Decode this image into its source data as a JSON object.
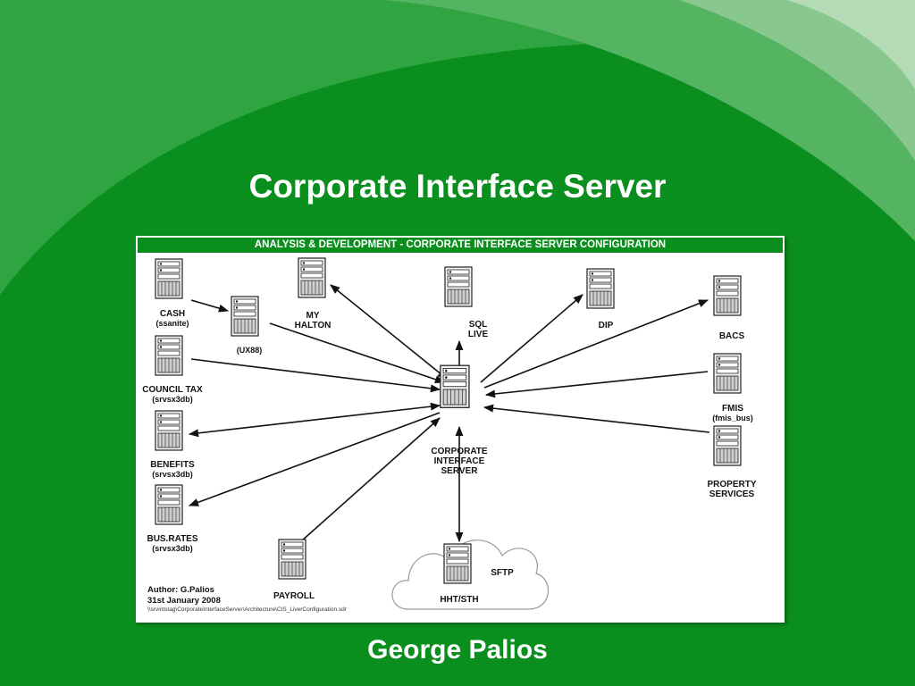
{
  "slide": {
    "title": "Corporate Interface Server",
    "author": "George Palios"
  },
  "diagram": {
    "header": "ANALYSIS & DEVELOPMENT - CORPORATE INTERFACE SERVER CONFIGURATION",
    "nodes": {
      "cash": {
        "label": "CASH",
        "sub": "(ssanite)"
      },
      "ux88": {
        "label": "(UX88)"
      },
      "my_halton": {
        "label": "MY",
        "label2": "HALTON"
      },
      "sql_live": {
        "label": "SQL",
        "label2": "LIVE"
      },
      "dip": {
        "label": "DIP"
      },
      "bacs": {
        "label": "BACS"
      },
      "council_tax": {
        "label": "COUNCIL TAX",
        "sub": "(srvsx3db)"
      },
      "fmis": {
        "label": "FMIS",
        "sub": "(fmis_bus)"
      },
      "benefits": {
        "label": "BENEFITS",
        "sub": "(srvsx3db)"
      },
      "property_services": {
        "label": "PROPERTY",
        "label2": "SERVICES"
      },
      "bus_rates": {
        "label": "BUS.RATES",
        "sub": "(srvsx3db)"
      },
      "cis": {
        "label": "CORPORATE",
        "label2": "INTERFACE",
        "label3": "SERVER"
      },
      "payroll": {
        "label": "PAYROLL"
      },
      "hht_sth": {
        "label": "HHT/STH"
      }
    },
    "cloud_label": "SFTP",
    "author_note": {
      "line1": "Author: G.Palios",
      "line2": "31st January 2008"
    },
    "file_path": "\\\\srvintstag\\CorporateInterfaceServer\\Architecture\\CIS_LiverConfiguration.sdr"
  },
  "colors": {
    "background": "#0a8f1e",
    "header_bar": "#0a8f1e",
    "text_white": "#ffffff"
  },
  "icons": {
    "server": "server-tower-icon"
  }
}
